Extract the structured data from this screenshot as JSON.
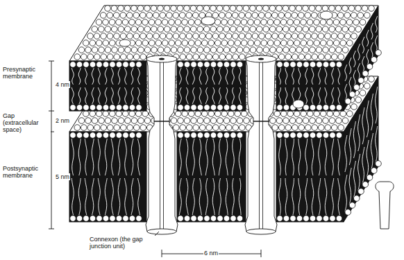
{
  "diagram": {
    "labels": [
      "Presynaptic membrane",
      "4 nm",
      "Gap (extracellular space)",
      "2 nm",
      "Postsynaptic membrane",
      "5 nm",
      "Connexon (the gap junction unit)",
      "6 nm"
    ]
  }
}
